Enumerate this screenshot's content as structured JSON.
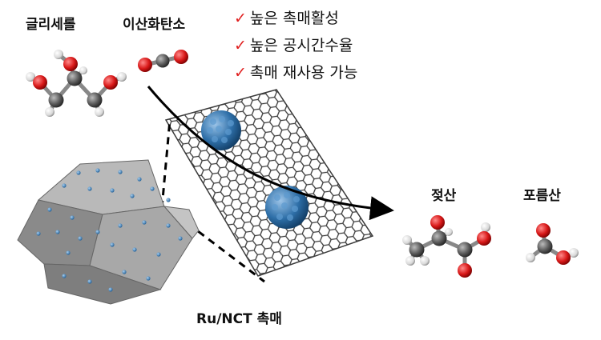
{
  "reactants": {
    "glycerol": "글리세롤",
    "co2": "이산화탄소"
  },
  "advantages": [
    "높은 촉매활성",
    "높은 공시간수율",
    "촉매 재사용 가능"
  ],
  "check_mark": "✓",
  "catalyst_label": "Ru/NCT 촉매",
  "products": {
    "lactic_acid": "젖산",
    "formic_acid": "포름산"
  },
  "colors": {
    "oxygen": "#d81818",
    "carbon": "#5a5a5a",
    "hydrogen": "#e6e6e6",
    "nanoparticle": "#2e6fa8",
    "polyhedron": "#9a9a9a",
    "check": "#e02020"
  }
}
